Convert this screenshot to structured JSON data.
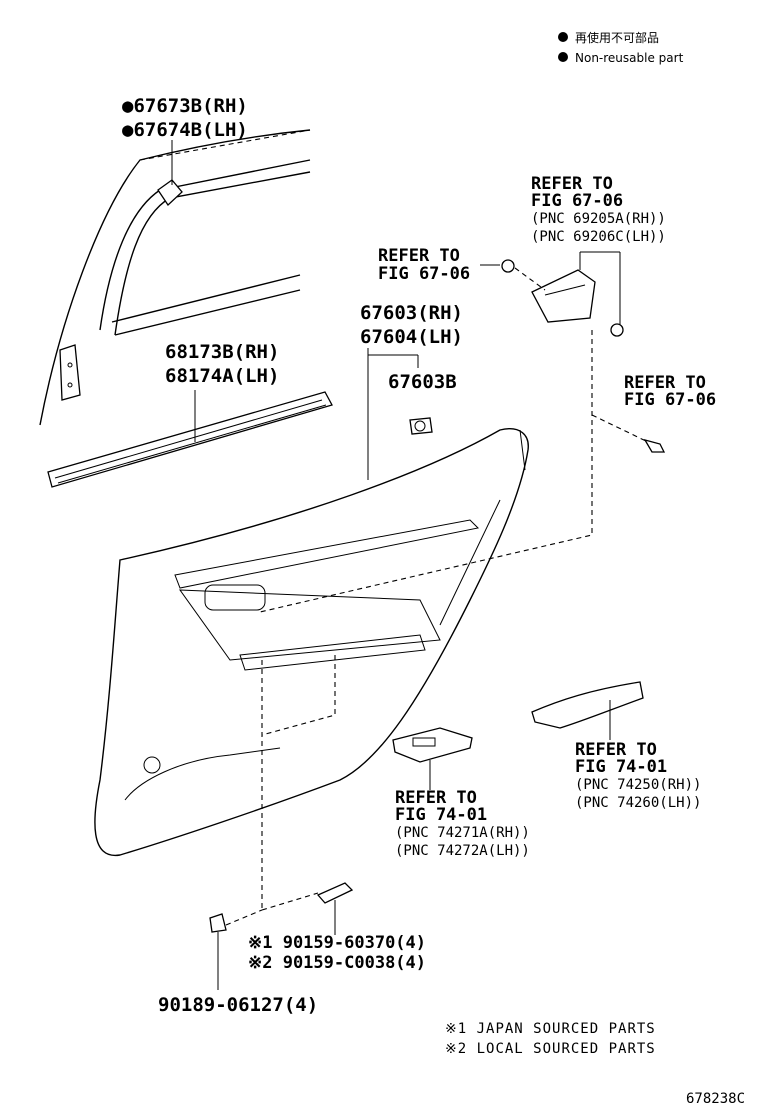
{
  "legend": {
    "jp": "再使用不可部品",
    "en": "Non-reusable part"
  },
  "labels": {
    "p67673b": "●67673B(RH)",
    "p67674b": "●67674B(LH)",
    "p68173b": "68173B(RH)",
    "p68174a": "68174A(LH)",
    "p67603": "67603(RH)",
    "p67604": "67604(LH)",
    "p67603b": "67603B",
    "p90159a": "※1 90159-60370(4)",
    "p90159b": "※2 90159-C0038(4)",
    "p90189": "90189-06127(4)"
  },
  "refs": {
    "ref1": {
      "l1": "REFER TO",
      "l2": "FIG 67-06"
    },
    "ref2": {
      "l1": "REFER TO",
      "l2": "FIG 67-06",
      "l3": "(PNC 69205A(RH))",
      "l4": "(PNC 69206C(LH))"
    },
    "ref3": {
      "l1": "REFER TO",
      "l2": "FIG 67-06"
    },
    "ref4": {
      "l1": "REFER TO",
      "l2": "FIG 74-01",
      "l3": "(PNC 74271A(RH))",
      "l4": "(PNC 74272A(LH))"
    },
    "ref5": {
      "l1": "REFER TO",
      "l2": "FIG 74-01",
      "l3": "(PNC 74250(RH))",
      "l4": "(PNC 74260(LH))"
    }
  },
  "notes": {
    "n1": "※1 JAPAN SOURCED PARTS",
    "n2": "※2 LOCAL SOURCED PARTS"
  },
  "figure_id": "678238C"
}
